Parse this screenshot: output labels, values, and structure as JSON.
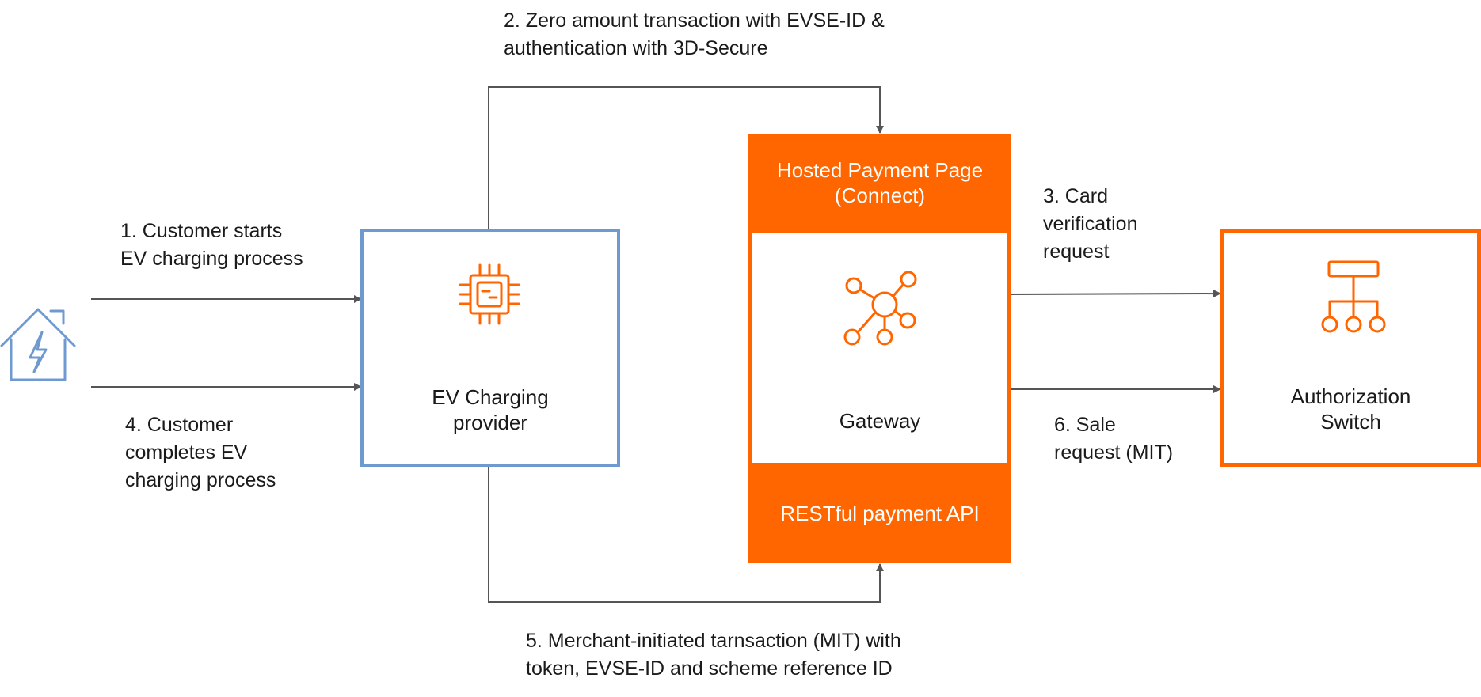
{
  "steps": {
    "step1": [
      "1. Customer starts",
      "EV charging process"
    ],
    "step2": [
      "2. Zero amount transaction with EVSE-ID &",
      "authentication with 3D-Secure"
    ],
    "step3": [
      "3. Card",
      "verification",
      "request"
    ],
    "step4": [
      "4. Customer",
      "completes EV",
      "charging process"
    ],
    "step5": [
      "5. Merchant-initiated tarnsaction (MIT) with",
      "token, EVSE-ID and scheme reference ID"
    ],
    "step6": [
      "6. Sale",
      "request (MIT)"
    ]
  },
  "nodes": {
    "ev_provider": [
      "EV Charging",
      "provider"
    ],
    "hosted_payment_page": [
      "Hosted Payment Page",
      "(Connect)"
    ],
    "gateway": "Gateway",
    "restful_api": "RESTful payment API",
    "auth_switch": [
      "Authorization",
      "Switch"
    ]
  },
  "icons": {
    "house": "ev-charging-house-icon",
    "chip": "processor-chip-icon",
    "gateway": "network-hub-icon",
    "switch": "hierarchy-switch-icon"
  },
  "colors": {
    "accent": "#ff6600",
    "provider_border": "#6f9ad0",
    "arrow": "#555555",
    "text": "#1a1a1a"
  }
}
